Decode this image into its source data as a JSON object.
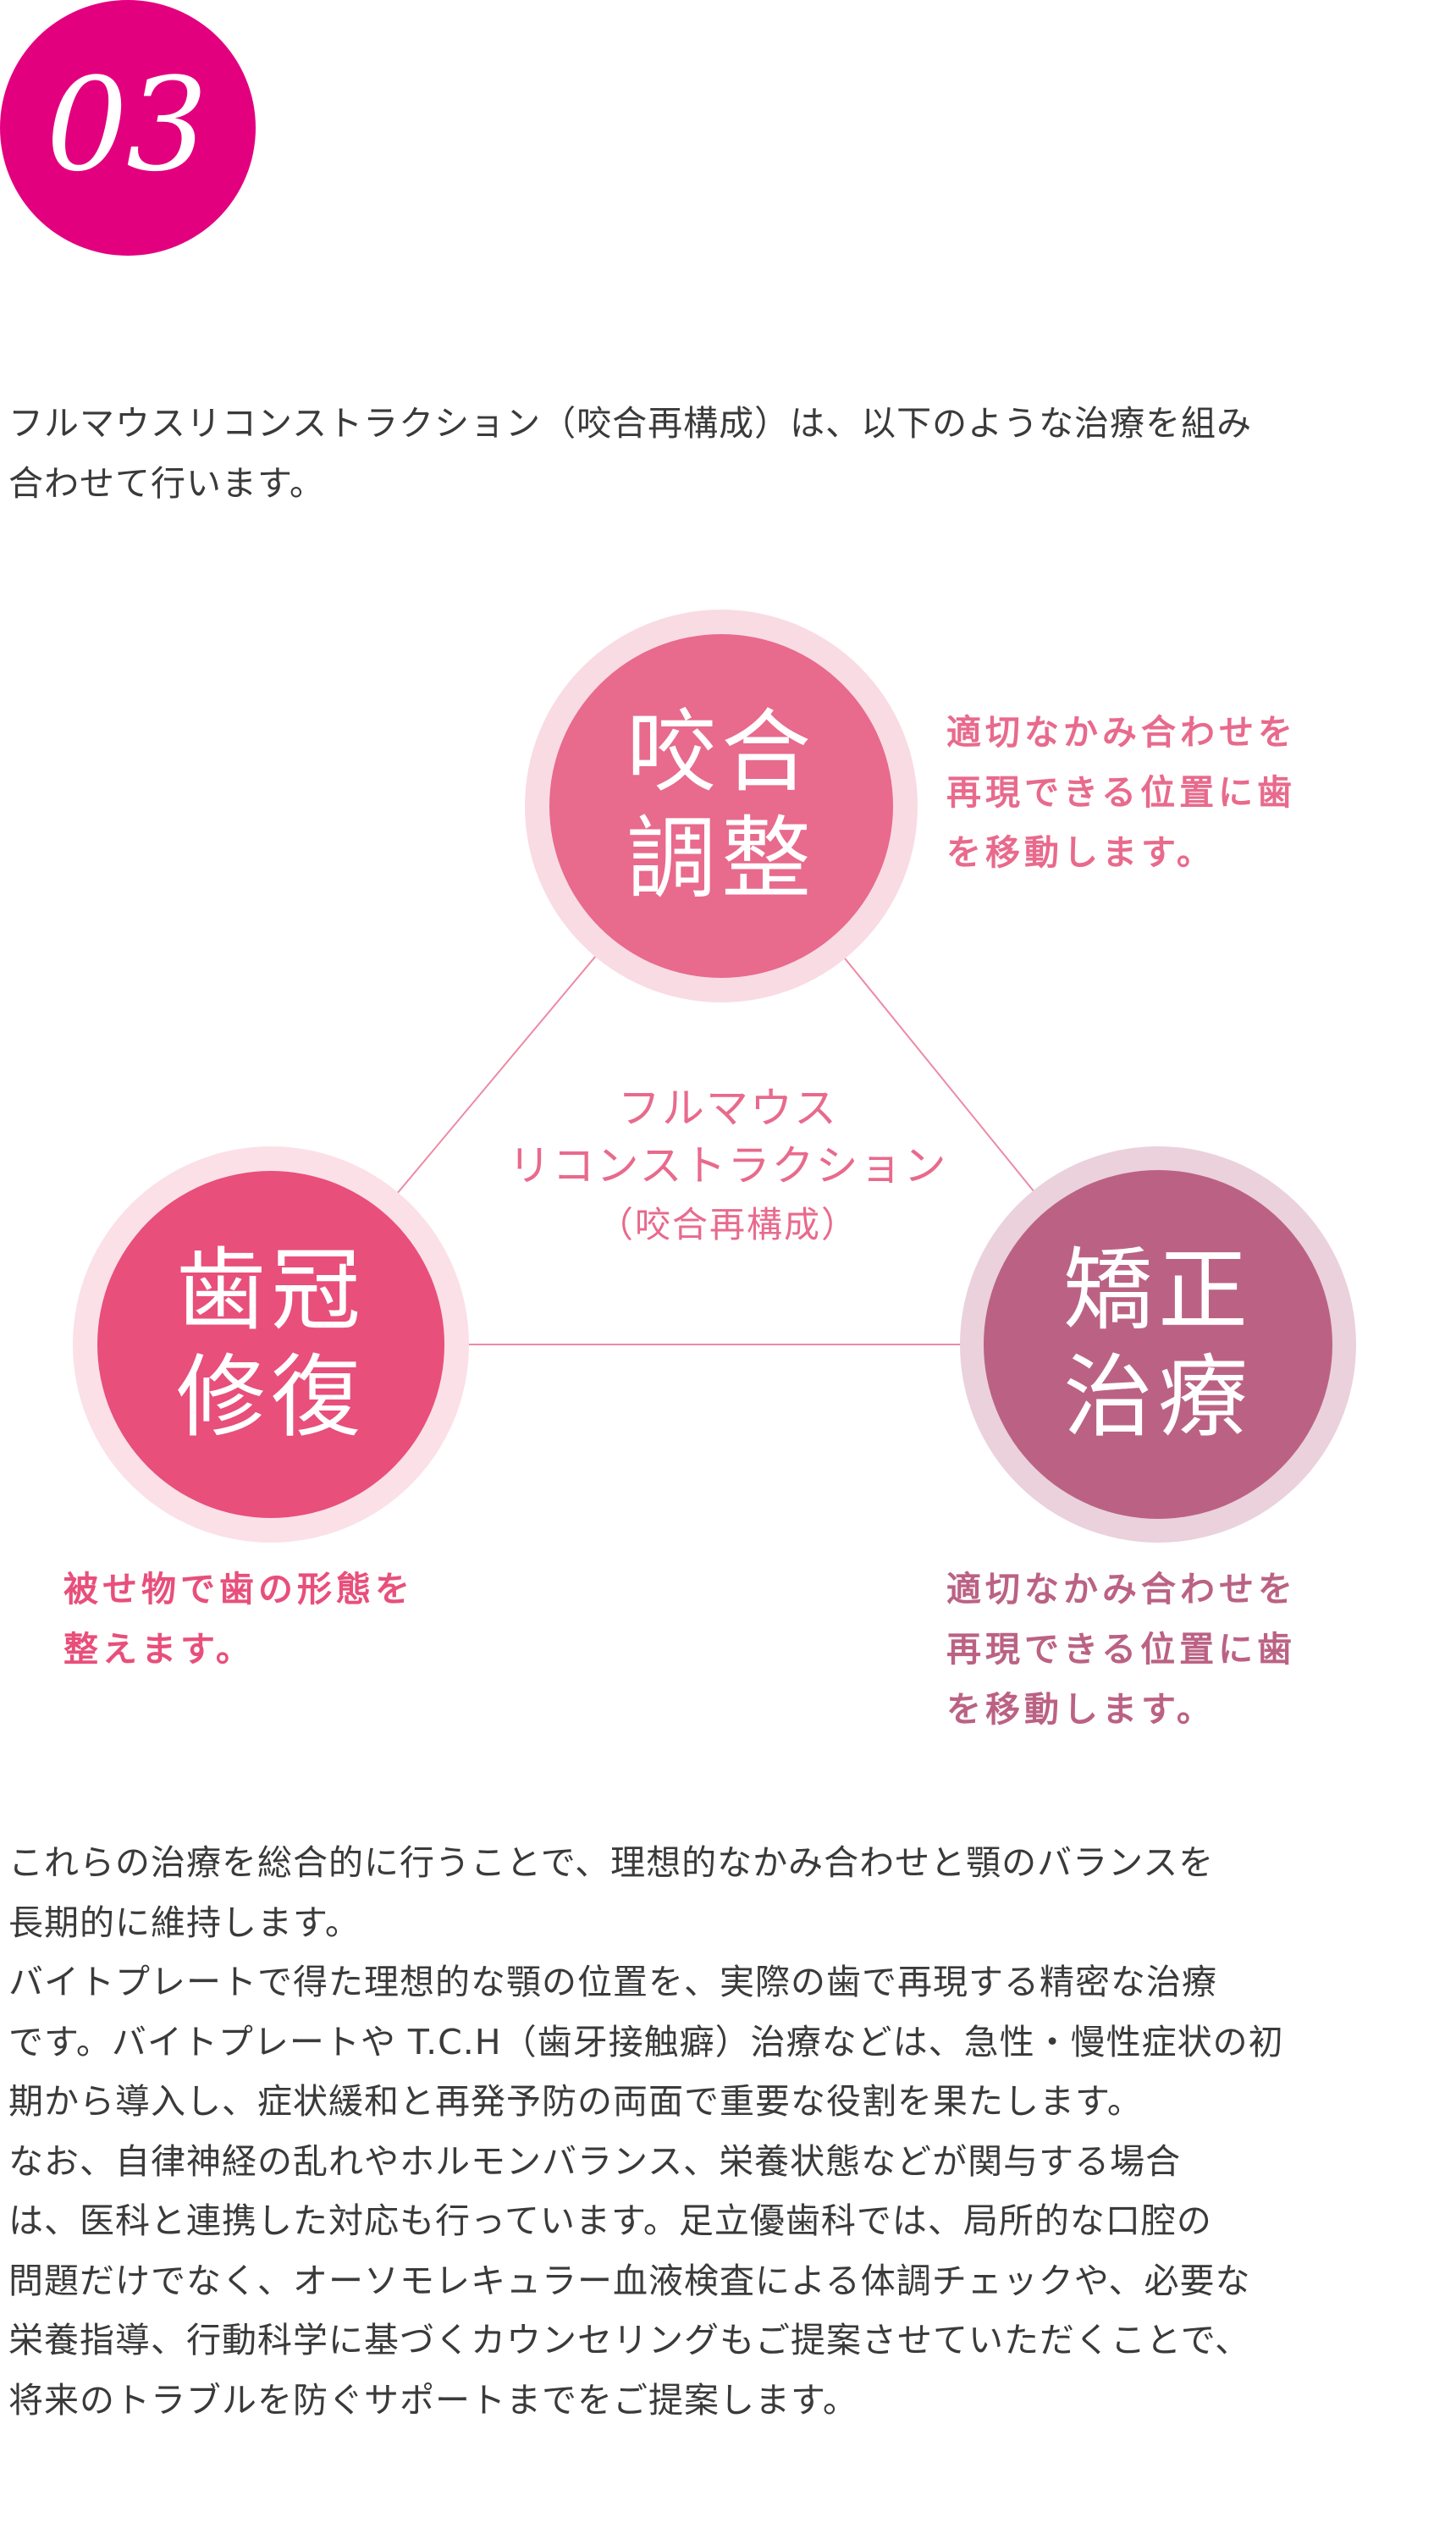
{
  "badge": {
    "number": "03"
  },
  "intro": {
    "lines": [
      "フルマウスリコンストラクション（咬合再構成）は、以下のような治療を組み",
      "合わせて行います。"
    ]
  },
  "diagram": {
    "center_title": {
      "line1": "フルマウス",
      "line2": "リコンストラクション",
      "line3": "（咬合再構成）"
    },
    "nodes": {
      "top": {
        "label_line1": "咬合",
        "label_line2": "調整",
        "desc_lines": [
          "適切なかみ合わせを",
          "再現できる位置に歯",
          "を移動します。"
        ]
      },
      "left": {
        "label_line1": "歯冠",
        "label_line2": "修復",
        "desc_lines": [
          "被せ物で歯の形態を",
          "整えます。"
        ]
      },
      "right": {
        "label_line1": "矯正",
        "label_line2": "治療",
        "desc_lines": [
          "適切なかみ合わせを",
          "再現できる位置に歯",
          "を移動します。"
        ]
      }
    },
    "colors": {
      "top": "#e86a8c",
      "left": "#e84f7b",
      "right": "#bb6284",
      "line": "#ec8aa6"
    }
  },
  "body": {
    "lines": [
      "これらの治療を総合的に行うことで、理想的なかみ合わせと顎のバランスを",
      "長期的に維持します。",
      "バイトプレートで得た理想的な顎の位置を、実際の歯で再現する精密な治療",
      "です。バイトプレートや T.C.H（歯牙接触癖）治療などは、急性・慢性症状の初",
      "期から導入し、症状緩和と再発予防の両面で重要な役割を果たします。",
      "なお、自律神経の乱れやホルモンバランス、栄養状態などが関与する場合",
      "は、医科と連携した対応も行っています。足立優歯科では、局所的な口腔の",
      "問題だけでなく、オーソモレキュラー血液検査による体調チェックや、必要な",
      "栄養指導、行動科学に基づくカウンセリングもご提案させていただくことで、",
      "将来のトラブルを防ぐサポートまでをご提案します。"
    ]
  }
}
